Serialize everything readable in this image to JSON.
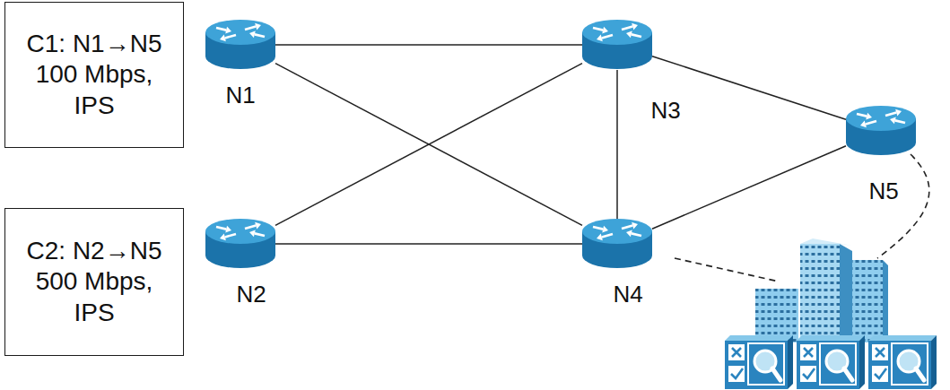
{
  "diagram": {
    "nodes": [
      {
        "text": [
          "C1: N1→N5 100 Mbps, IPS"
        ]
      },
      {
        "text": [
          "N1"
        ]
      },
      {
        "text": [
          "N3"
        ]
      },
      {
        "text": [
          "N5"
        ]
      },
      {
        "text": [
          "C2: N2→N5 500 Mbps, IPS"
        ]
      },
      {
        "text": [
          "N2"
        ]
      },
      {
        "text": [
          "N4"
        ]
      }
    ],
    "edges": [
      {
        "from": 1,
        "to": 2,
        "arrow": "none"
      },
      {
        "from": 1,
        "to": 6,
        "arrow": "none"
      },
      {
        "from": 5,
        "to": 2,
        "arrow": "none"
      },
      {
        "from": 5,
        "to": 6,
        "arrow": "none"
      },
      {
        "from": 2,
        "to": 6,
        "arrow": "none"
      },
      {
        "from": 2,
        "to": 3,
        "arrow": "none"
      },
      {
        "from": 6,
        "to": 3,
        "arrow": "none"
      }
    ]
  }
}
